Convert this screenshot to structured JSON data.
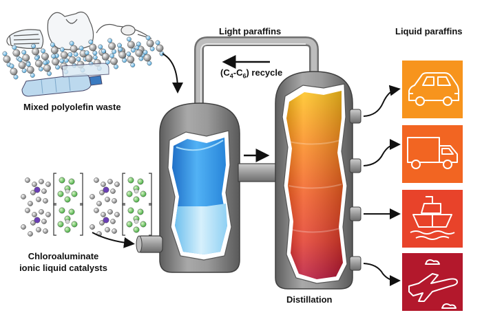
{
  "labels": {
    "light_paraffins": "Light paraffins",
    "recycle_prefix": "(C",
    "recycle_sub1": "4",
    "recycle_mid": "-C",
    "recycle_sub2": "6",
    "recycle_suffix": ") recycle",
    "liquid_paraffins": "Liquid paraffins",
    "mixed_waste": "Mixed polyolefin waste",
    "catalyst_line1": "Chloroaluminate",
    "catalyst_line2": "ionic liquid catalysts",
    "distillation": "Distillation"
  },
  "products": [
    {
      "icon": "car-icon",
      "color": "#f7941d"
    },
    {
      "icon": "truck-icon",
      "color": "#f26522"
    },
    {
      "icon": "ship-icon",
      "color": "#e8432a"
    },
    {
      "icon": "airplane-icon",
      "color": "#b3182c"
    }
  ],
  "colors": {
    "vessel": "#8c8c8c",
    "pipe": "#999999",
    "ionic_liquid_blue": "#3a9be8",
    "distillate_top": "#ffc21a",
    "distillate_bottom": "#c0143c"
  }
}
